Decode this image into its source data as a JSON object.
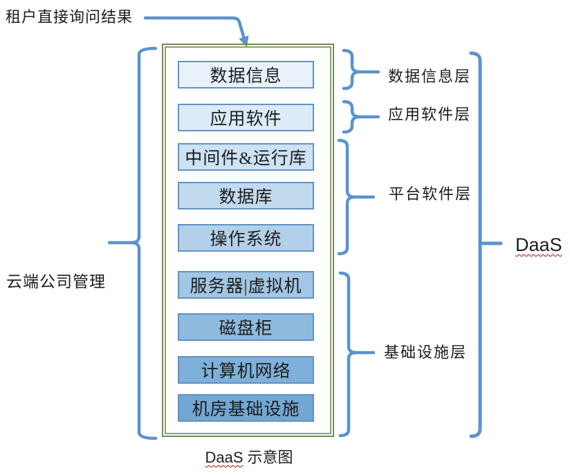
{
  "annotations": {
    "tenant_query": "租户直接询问结果",
    "cloud_mgmt": "云端公司管理",
    "daas": "DaaS"
  },
  "caption": {
    "en": "DaaS",
    "zh": "示意图"
  },
  "stack_boxes": [
    {
      "label": "数据信息",
      "fill": "#e9f1fa"
    },
    {
      "label": "应用软件",
      "fill": "#dcebf7"
    },
    {
      "label": "中间件&运行库",
      "fill": "#cde2f3"
    },
    {
      "label": "数据库",
      "fill": "#c2daee"
    },
    {
      "label": "操作系统",
      "fill": "#b3d0e9"
    },
    {
      "label": "服务器|虚拟机",
      "fill": "#a2c6e3"
    },
    {
      "label": "磁盘柜",
      "fill": "#8fbade"
    },
    {
      "label": "计算机网络",
      "fill": "#7eb0d9"
    },
    {
      "label": "机房基础设施",
      "fill": "#72a7d4"
    }
  ],
  "layer_labels": [
    {
      "label": "数据信息层"
    },
    {
      "label": "应用软件层"
    },
    {
      "label": "平台软件层"
    },
    {
      "label": "基础设施层"
    }
  ],
  "colors": {
    "connector_blue": "#5b93cd",
    "container_border_green": "#74895a",
    "box_border_blue": "#6091c4",
    "spellcheck_red": "#c00000",
    "text": "#1c1c1c"
  }
}
